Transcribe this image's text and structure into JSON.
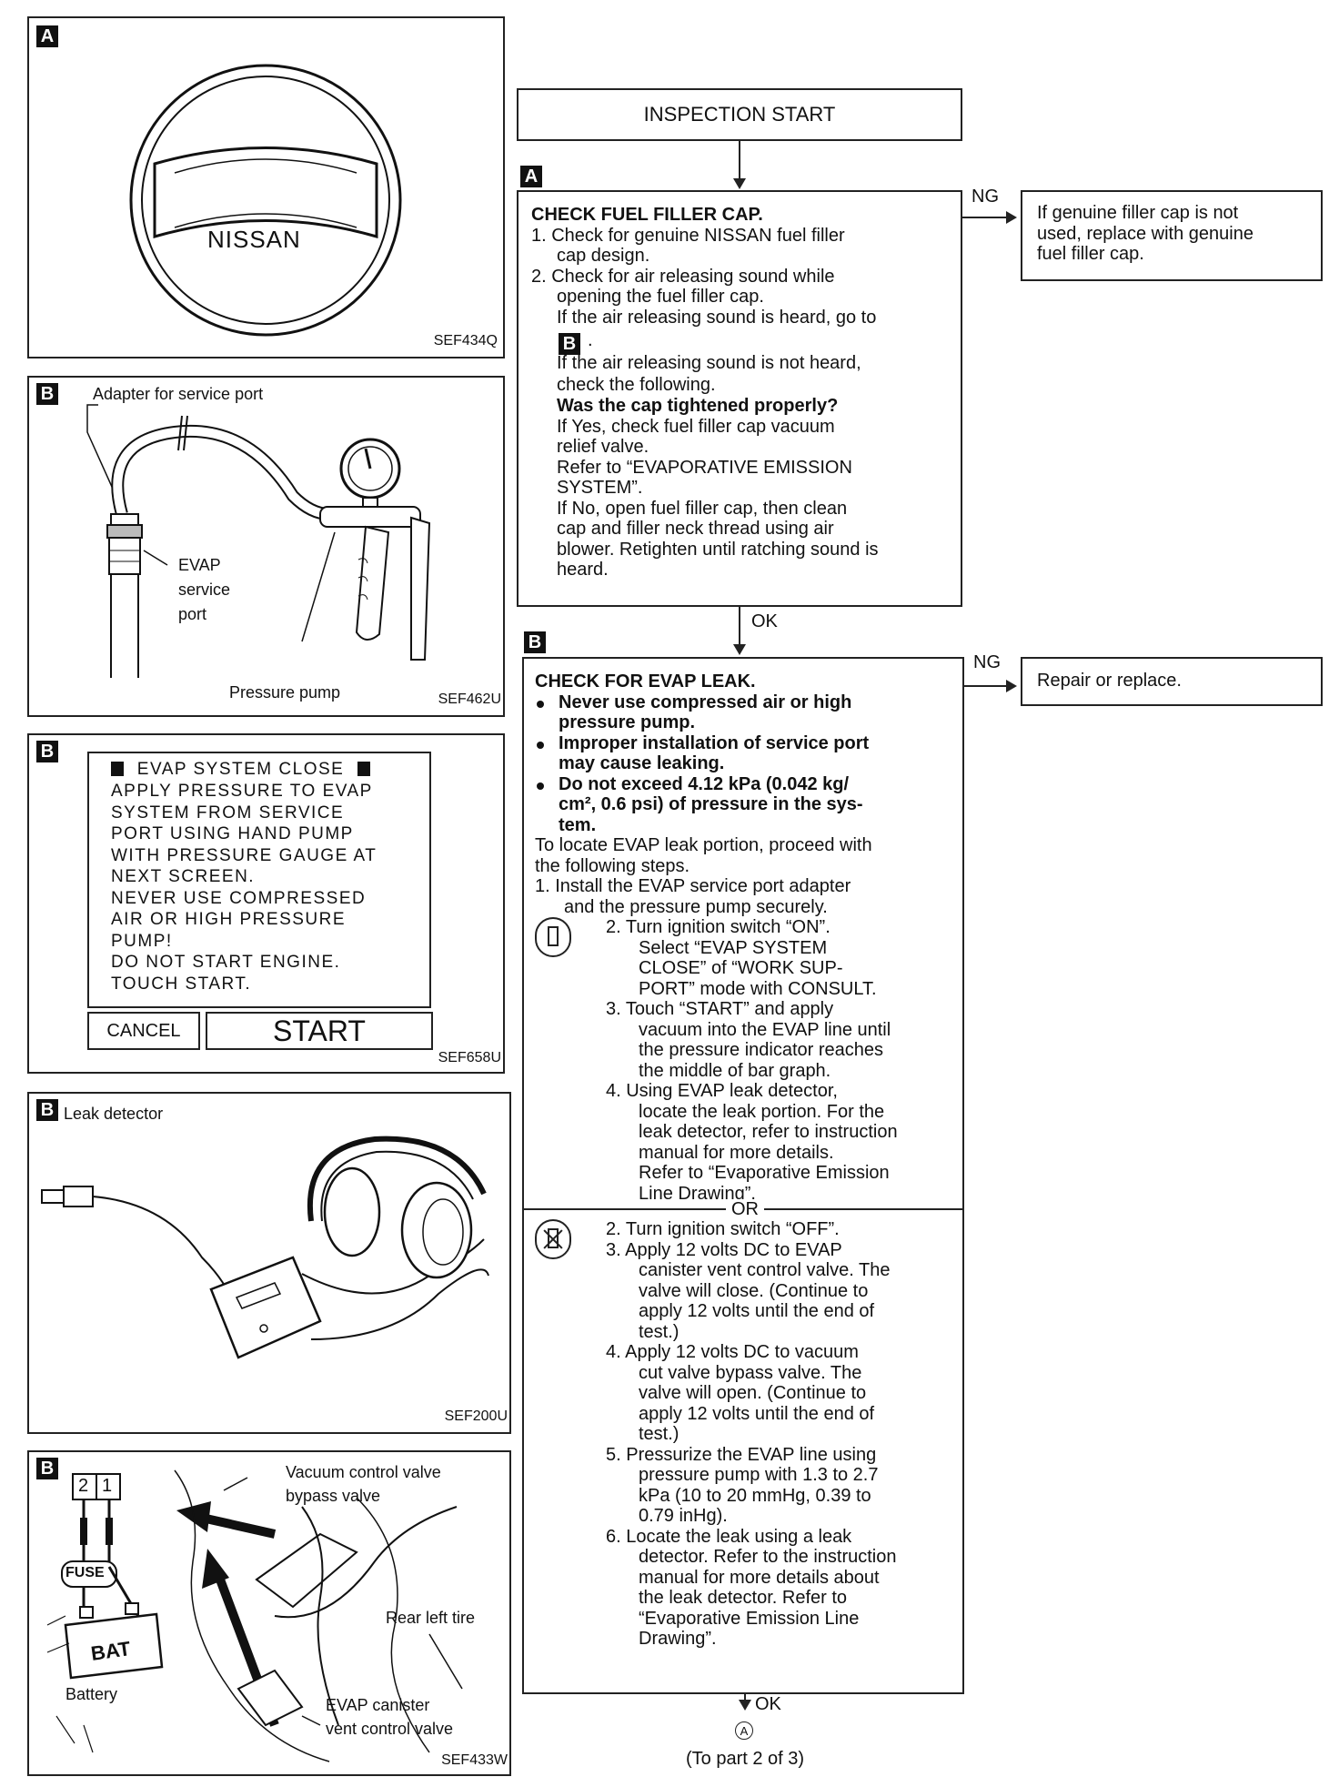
{
  "panels": {
    "p1": {
      "tag": "A",
      "code": "SEF434Q",
      "cap_text": "NISSAN"
    },
    "p2": {
      "tag": "B",
      "code": "SEF462U",
      "label_adapter": "Adapter for service port",
      "label_evap": [
        "EVAP",
        "service",
        "port"
      ],
      "label_pump": "Pressure pump"
    },
    "p3": {
      "tag": "B",
      "code": "SEF658U",
      "screen_title": "EVAP SYSTEM CLOSE",
      "screen_lines": [
        "APPLY PRESSURE TO EVAP",
        "SYSTEM FROM SERVICE",
        "PORT USING HAND PUMP",
        "WITH PRESSURE GAUGE AT",
        "NEXT SCREEN.",
        "NEVER USE COMPRESSED",
        "AIR OR HIGH PRESSURE",
        "PUMP!",
        "DO NOT START ENGINE.",
        "TOUCH START."
      ],
      "cancel_label": "CANCEL",
      "start_label": "START"
    },
    "p4": {
      "tag": "B",
      "code": "SEF200U",
      "label": "Leak detector"
    },
    "p5": {
      "tag": "B",
      "code": "SEF433W",
      "label_vacuum": [
        "Vacuum control valve",
        "bypass valve"
      ],
      "label_tire": "Rear left tire",
      "label_battery": "Battery",
      "label_vent": [
        "EVAP canister",
        "vent control valve"
      ],
      "terminal_2": "2",
      "terminal_1": "1",
      "fuse": "FUSE",
      "bat": "BAT"
    }
  },
  "flow": {
    "start_label": "INSPECTION START",
    "stepA_tag": "A",
    "stepB_tag": "B",
    "ng1": "NG",
    "ng1_result": [
      "If genuine filler cap is not",
      "used, replace with genuine",
      "fuel filler cap."
    ],
    "ok1": "OK",
    "ng2": "NG",
    "ng2_result": "Repair or replace.",
    "ok2": "OK",
    "connector": "A",
    "next_part": "(To part 2 of 3)",
    "stepA": {
      "title": "CHECK FUEL FILLER CAP.",
      "l1": "1. Check for genuine NISSAN fuel filler",
      "l2": "cap design.",
      "l3": "2. Check for air releasing sound while",
      "l4": "opening the fuel filler cap.",
      "l5": "If the air releasing sound is heard, go to",
      "l6_tag": "B",
      "l6": ".",
      "l7": "If the air releasing sound is not heard,",
      "l8": "check the following.",
      "l9": "Was the cap tightened properly?",
      "l10": "If Yes, check fuel filler cap vacuum",
      "l11": "relief valve.",
      "l12": "Refer to “EVAPORATIVE EMISSION",
      "l13": "SYSTEM”.",
      "l14": "If No, open fuel filler cap, then clean",
      "l15": "cap and filler neck thread using air",
      "l16": "blower. Retighten until ratching sound is",
      "l17": "heard."
    },
    "stepB": {
      "title": "CHECK FOR EVAP LEAK.",
      "w1a": "Never use compressed air or high",
      "w1b": "pressure pump.",
      "w2a": "Improper installation of service port",
      "w2b": "may cause leaking.",
      "w3a": "Do not exceed 4.12 kPa (0.042 kg/",
      "w3b": "cm², 0.6 psi) of pressure in the sys-",
      "w3c": "tem.",
      "i1": "To locate EVAP leak portion, proceed with",
      "i2": "the following steps.",
      "s1a": "1.  Install the EVAP service port adapter",
      "s1b": "and the pressure pump securely.",
      "c2a": "2.  Turn ignition switch “ON”.",
      "c2b": "Select “EVAP SYSTEM",
      "c2c": "CLOSE” of “WORK SUP-",
      "c2d": "PORT” mode with CONSULT.",
      "c3a": "3.  Touch “START” and apply",
      "c3b": "vacuum into the EVAP line until",
      "c3c": "the pressure indicator reaches",
      "c3d": "the middle of bar graph.",
      "c4a": "4.  Using EVAP leak detector,",
      "c4b": "locate the leak portion. For the",
      "c4c": "leak detector, refer to instruction",
      "c4d": "manual for more details.",
      "c4e": "Refer to “Evaporative Emission",
      "c4f": "Line Drawing”.",
      "or": "OR",
      "n2": "2.  Turn ignition switch “OFF”.",
      "n3a": "3.  Apply 12 volts DC to EVAP",
      "n3b": "canister vent control valve. The",
      "n3c": "valve will close. (Continue to",
      "n3d": "apply 12 volts until the end of",
      "n3e": "test.)",
      "n4a": "4.  Apply 12 volts DC to vacuum",
      "n4b": "cut valve bypass valve. The",
      "n4c": "valve will open. (Continue to",
      "n4d": "apply 12 volts until the end of",
      "n4e": "test.)",
      "n5a": "5.  Pressurize the EVAP line using",
      "n5b": "pressure pump with 1.3 to 2.7",
      "n5c": "kPa (10 to 20 mmHg, 0.39 to",
      "n5d": "0.79 inHg).",
      "n6a": "6.  Locate the leak using a leak",
      "n6b": "detector. Refer to the instruction",
      "n6c": "manual for more details about",
      "n6d": "the leak detector. Refer to",
      "n6e": "“Evaporative Emission Line",
      "n6f": "Drawing”."
    }
  }
}
